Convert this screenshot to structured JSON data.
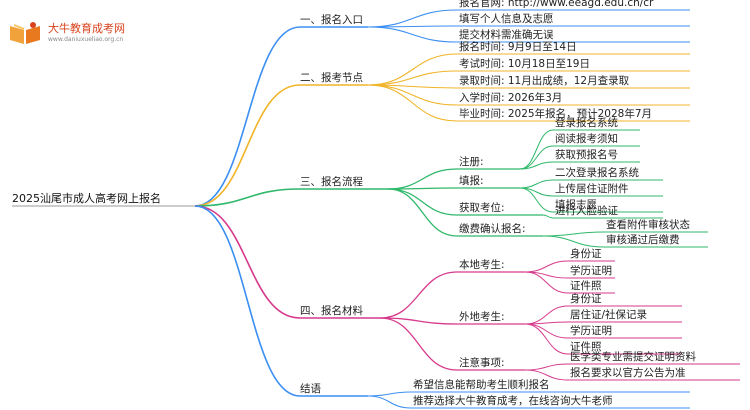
{
  "brand": {
    "name": "大牛教育成考网",
    "site": "www.daniuxueliao.org.cn"
  },
  "root": "2025汕尾市成人高考网上报名",
  "branches": [
    {
      "label": "一、报名入口",
      "color": "#3b8ff2",
      "items": [
        "报名官网: http://www.eeagd.edu.cn/cr",
        "填写个人信息及志愿",
        "提交材料需准确无误"
      ]
    },
    {
      "label": "二、报考节点",
      "color": "#f0b428",
      "items": [
        "报名时间: 9月9日至14日",
        "考试时间: 10月18日至19日",
        "录取时间: 11月出成绩，12月查录取",
        "入学时间: 2026年3月",
        "毕业时间: 2025年报名，预计2028年7月"
      ]
    },
    {
      "label": "三、报名流程",
      "color": "#2fb86a",
      "groups": [
        {
          "label": "注册:",
          "items": [
            "登录报名系统",
            "阅读报考须知",
            "获取预报名号"
          ]
        },
        {
          "label": "填报:",
          "items": [
            "二次登录报名系统",
            "上传居住证附件",
            "填报志愿"
          ]
        },
        {
          "label": "获取考位:",
          "items": [
            "进行人脸验证"
          ]
        },
        {
          "label": "缴费确认报名:",
          "items": [
            "查看附件审核状态",
            "审核通过后缴费"
          ]
        }
      ]
    },
    {
      "label": "四、报名材料",
      "color": "#d63a8c",
      "groups": [
        {
          "label": "本地考生:",
          "items": [
            "身份证",
            "学历证明",
            "证件照"
          ]
        },
        {
          "label": "外地考生:",
          "items": [
            "身份证",
            "居住证/社保记录",
            "学历证明",
            "证件照"
          ]
        },
        {
          "label": "注意事项:",
          "items": [
            "医学类专业需提交证明资料",
            "报名要求以官方公告为准"
          ]
        }
      ]
    },
    {
      "label": "结语",
      "color": "#3b8ff2",
      "items": [
        "希望信息能帮助考生顺利报名",
        "推荐选择大牛教育成考，在线咨询大牛老师"
      ]
    }
  ]
}
